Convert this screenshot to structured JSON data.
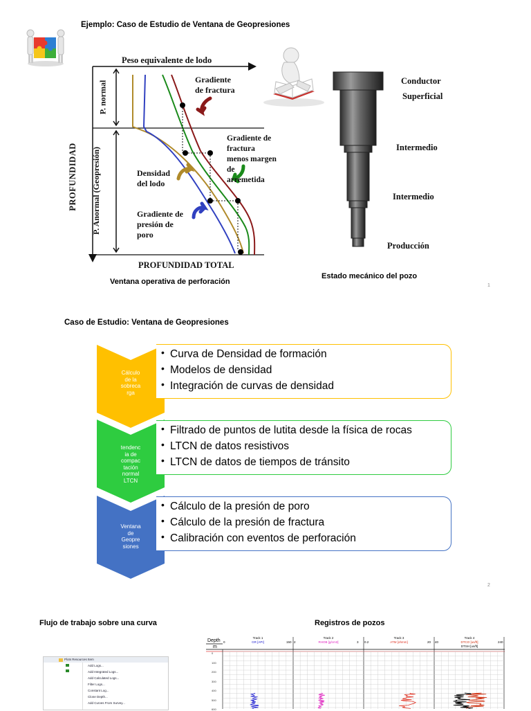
{
  "slide1": {
    "title": "Ejemplo: Caso de Estudio de Ventana de Geopresiones",
    "icon_puzzle": "puzzle-people-icon",
    "icon_reader": "person-reading-book-icon",
    "chart": {
      "top_label": "Peso equivalente de lodo",
      "y_label": "PROFUNDIDAD",
      "bottom_label": "PROFUNDIDAD TOTAL",
      "zone_normal": "P. normal",
      "zone_abnormal": "P. Anormal  (Geopresión)",
      "ann_fractura": [
        "Gradiente",
        "de fractura"
      ],
      "ann_margen": [
        "Gradiente de fractura",
        "menos margen de",
        "arremetida"
      ],
      "ann_densidad": [
        "Densidad",
        "del lodo"
      ],
      "ann_poro": [
        "Gradiente de",
        "presión de",
        "poro"
      ],
      "colors": {
        "fractura": "#8b1a1a",
        "margen": "#1a8a1a",
        "lodo": "#b08a2a",
        "poro": "#3040c0"
      }
    },
    "caption_left": "Ventana operativa de perforación",
    "well": {
      "labels": [
        "Conductor",
        "Superficial",
        "Intermedio",
        "Intermedio",
        "Producción"
      ]
    },
    "caption_right": "Estado mecánico del pozo",
    "page": "1"
  },
  "slide2": {
    "title": "Caso de Estudio: Ventana de Geopresiones",
    "steps": [
      {
        "chevron": "Cálculo de la sobrecarga",
        "chevron_lines": [
          "Cálculo",
          "de la",
          "sobreca",
          "rga"
        ],
        "color": "#ffc000",
        "bullets": [
          "Curva de Densidad de formación",
          "Modelos de densidad",
          "Integración de curvas de densidad"
        ]
      },
      {
        "chevron": "tendencia de compactación normal LTCN",
        "chevron_lines": [
          "tendenc",
          "ia de",
          "compac",
          "tación",
          "normal",
          "LTCN"
        ],
        "color": "#2ecc40",
        "bullets": [
          "Filtrado de puntos de lutita desde la física de rocas",
          "LTCN de datos resistivos",
          "LTCN de datos de tiempos de tránsito"
        ]
      },
      {
        "chevron": "Ventana de Geopresiones",
        "chevron_lines": [
          "Ventana",
          "de",
          "Geopre",
          "siones"
        ],
        "color": "#4472c4",
        "bullets": [
          "Cálculo de la presión de poro",
          "Cálculo de la presión de fractura",
          "Calibración con eventos de perforación"
        ]
      }
    ],
    "page": "2"
  },
  "slide3": {
    "title_left": "Flujo de trabajo sobre una curva",
    "title_right": "Registros de pozos",
    "menu": {
      "root": "Plots Resources Item",
      "items": [
        "Add Logs...",
        "Add Integrated Logs...",
        "Add Calculated Logs...",
        "Filter Logs...",
        "Constant Log...",
        "Clone Depth...",
        "Add Curves From Survey..."
      ]
    },
    "logs": {
      "depth_label": "Depth",
      "depth_unit": "m",
      "tracks": [
        {
          "name": "Track 1",
          "curve": "GR [API]",
          "min": "0",
          "max": "150",
          "color": "#2020d0"
        },
        {
          "name": "Track 2",
          "curve": "RHOB [g/cm3]",
          "min": "2",
          "max": "3",
          "color": "#e020c0"
        },
        {
          "name": "Track 3",
          "curve": "ATM [ohmm]",
          "min": "0.2",
          "max": "20",
          "color": "#e03020"
        },
        {
          "name": "Track 4",
          "curve": "DTCO [us/ft]",
          "min": "40",
          "max": "240",
          "color": "#d03010"
        }
      ],
      "track4_second_curve": "DTSH [us/ft]",
      "depth_ticks": [
        "0",
        "100",
        "200",
        "300",
        "400",
        "500",
        "600"
      ]
    }
  }
}
